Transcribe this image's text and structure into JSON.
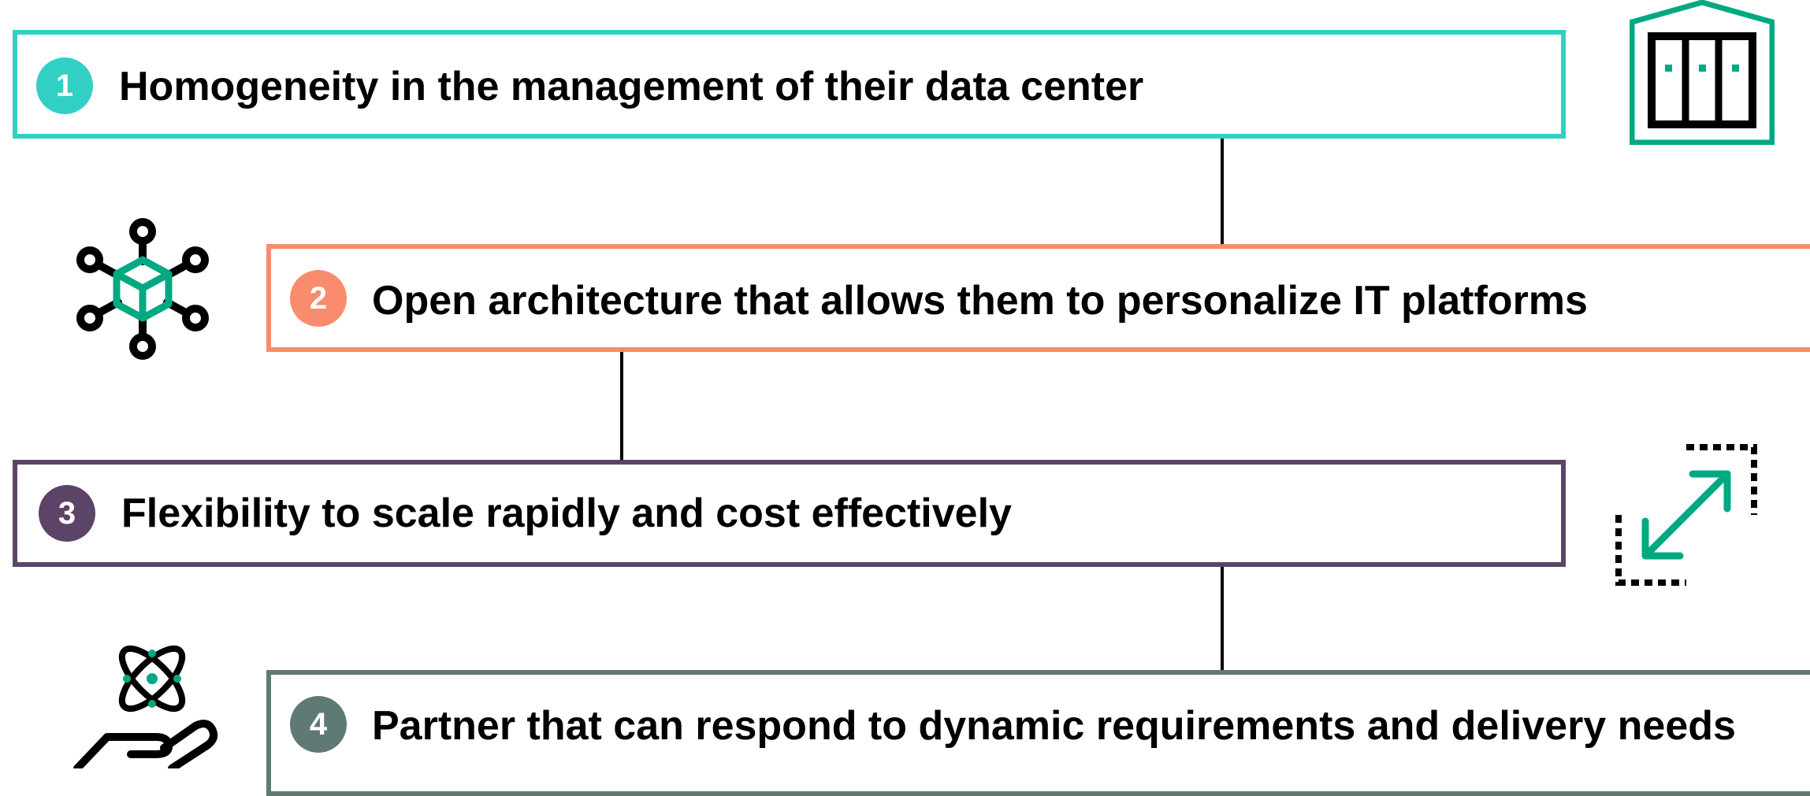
{
  "steps": [
    {
      "number": "1",
      "text": "Homogeneity in the management of their data center",
      "color": "#32d0c4",
      "icon": "server-rack-icon"
    },
    {
      "number": "2",
      "text": "Open architecture that allows them to personalize IT platforms",
      "color": "#f98c6c",
      "icon": "network-hub-icon"
    },
    {
      "number": "3",
      "text": "Flexibility to scale rapidly and cost effectively",
      "color": "#5c4468",
      "icon": "expand-arrows-icon"
    },
    {
      "number": "4",
      "text": "Partner that can respond to dynamic requirements and delivery needs",
      "color": "#5f7a74",
      "icon": "hand-atom-icon"
    }
  ],
  "colors": {
    "accent_green": "#01a982",
    "line": "#000000"
  }
}
